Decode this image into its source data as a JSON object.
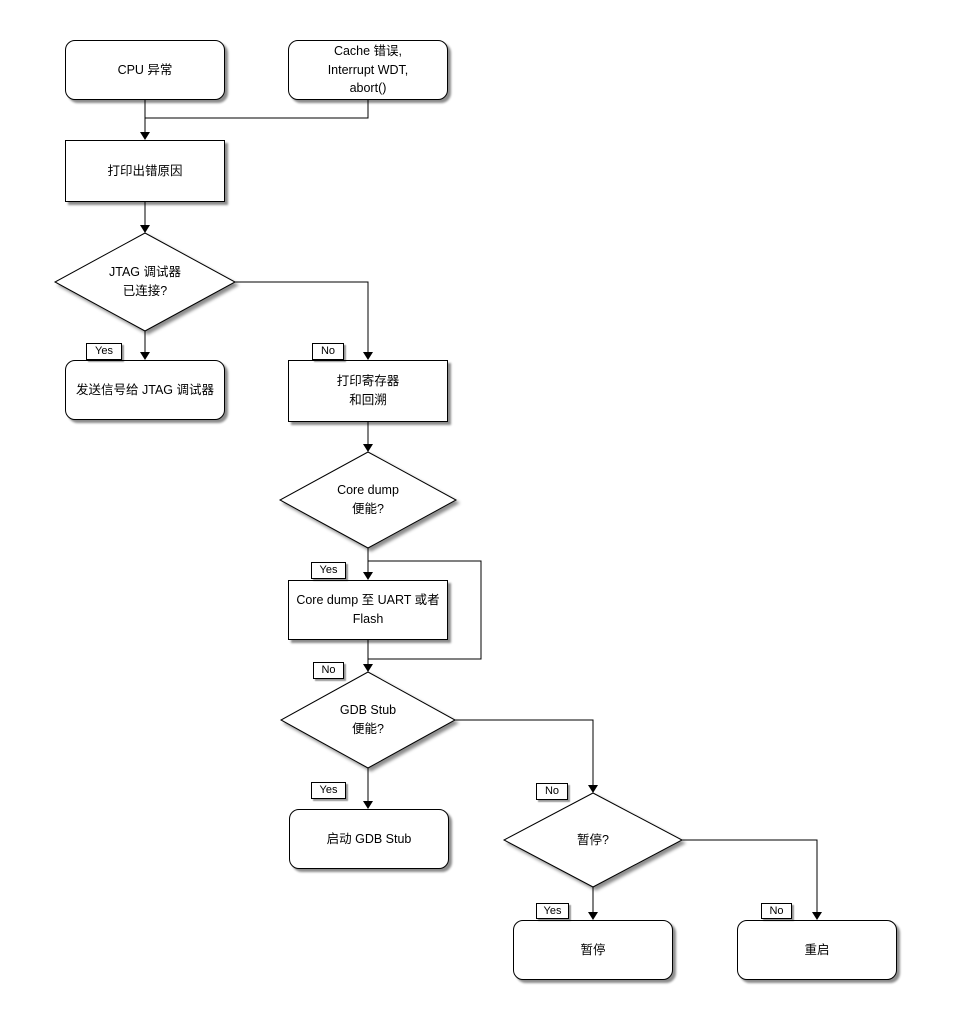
{
  "diagram": {
    "kind": "flowchart",
    "language": "zh-CN / en",
    "colors": {
      "background": "#ffffff",
      "shape_fill": "#ffffff",
      "line": "#000000",
      "text": "#000000",
      "shadow": "rgba(0,0,0,0.45)"
    },
    "nodes": {
      "cpu": {
        "label": "CPU 异常",
        "shape": "rounded"
      },
      "cache": {
        "label": "Cache 错误,\nInterrupt WDT,\nabort()",
        "shape": "rounded"
      },
      "print_reason": {
        "label": "打印出错原因",
        "shape": "rect"
      },
      "jtag_connected": {
        "label": "JTAG 调试器\n已连接?",
        "shape": "diamond"
      },
      "send_jtag": {
        "label": "发送信号给 JTAG 调试器",
        "shape": "rounded"
      },
      "print_registers": {
        "label": "打印寄存器\n和回溯",
        "shape": "rect"
      },
      "coredump_enabled": {
        "label": "Core dump\n便能?",
        "shape": "diamond"
      },
      "coredump_write": {
        "label": "Core dump 至 UART 或者 Flash",
        "shape": "rect"
      },
      "gdbstub_enabled": {
        "label": "GDB Stub\n便能?",
        "shape": "diamond"
      },
      "start_gdbstub": {
        "label": "启动 GDB Stub",
        "shape": "rounded"
      },
      "halt_question": {
        "label": "暂停?",
        "shape": "diamond"
      },
      "halt": {
        "label": "暂停",
        "shape": "rounded"
      },
      "reboot": {
        "label": "重启",
        "shape": "rounded"
      }
    },
    "edge_labels": {
      "jtag_yes": "Yes",
      "jtag_no": "No",
      "coredump_yes": "Yes",
      "coredump_no": "No",
      "gdbstub_yes": "Yes",
      "gdbstub_no": "No",
      "halt_yes": "Yes",
      "halt_no": "No"
    },
    "edges": [
      {
        "from": "cpu",
        "to": "print_reason",
        "label": ""
      },
      {
        "from": "cache",
        "to": "print_reason",
        "label": ""
      },
      {
        "from": "print_reason",
        "to": "jtag_connected",
        "label": ""
      },
      {
        "from": "jtag_connected",
        "to": "send_jtag",
        "label": "Yes"
      },
      {
        "from": "jtag_connected",
        "to": "print_registers",
        "label": "No"
      },
      {
        "from": "print_registers",
        "to": "coredump_enabled",
        "label": ""
      },
      {
        "from": "coredump_enabled",
        "to": "coredump_write",
        "label": "Yes"
      },
      {
        "from": "coredump_enabled",
        "to": "gdbstub_enabled",
        "label": "No"
      },
      {
        "from": "coredump_write",
        "to": "gdbstub_enabled",
        "label": ""
      },
      {
        "from": "gdbstub_enabled",
        "to": "start_gdbstub",
        "label": "Yes"
      },
      {
        "from": "gdbstub_enabled",
        "to": "halt_question",
        "label": "No"
      },
      {
        "from": "halt_question",
        "to": "halt",
        "label": "Yes"
      },
      {
        "from": "halt_question",
        "to": "reboot",
        "label": "No"
      }
    ]
  }
}
